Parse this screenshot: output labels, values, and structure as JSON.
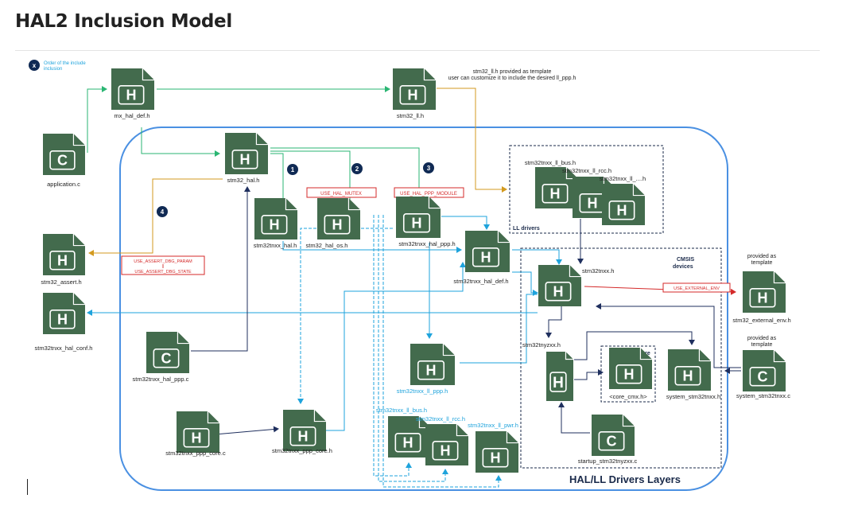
{
  "page": {
    "title": "HAL2 Inclusion Model"
  },
  "legend": {
    "marker": "x",
    "text_line1": "Order of the include",
    "text_line2": "inclusion"
  },
  "files": {
    "application_c": {
      "name": "application.c",
      "type": "C"
    },
    "mx_hal_def_h": {
      "name": "mx_hal_def.h",
      "type": "H"
    },
    "stm32_ll_h": {
      "name": "stm32_ll.h",
      "type": "H"
    },
    "stm32_hal_h": {
      "name": "stm32_hal.h",
      "type": "H"
    },
    "stm32tnxx_hal_h": {
      "name": "stm32tnxx_hal.h",
      "type": "H"
    },
    "stm32_hal_os_h": {
      "name": "stm32_hal_os.h",
      "type": "H"
    },
    "stm32tnxx_hal_ppp_h": {
      "name": "stm32tnxx_hal_ppp.h",
      "type": "H"
    },
    "stm32_assert_h": {
      "name": "stm32_assert.h",
      "type": "H"
    },
    "stm32tnxx_hal_conf_h": {
      "name": "stm32tnxx_hal_conf.h",
      "type": "H"
    },
    "stm32tnxx_hal_def_h": {
      "name": "stm32tnxx_hal_def.h",
      "type": "H"
    },
    "stm32tnxx_hal_ppp_c": {
      "name": "stm32tnxx_hal_ppp.c",
      "type": "C"
    },
    "stm32tnxx_ll_ppp_h": {
      "name": "stm32tnxx_ll_ppp.h",
      "type": "H"
    },
    "stm32tnxx_ppp_core_c": {
      "name": "stm32tnxx_ppp_core.c",
      "type": "H"
    },
    "stm32tnxx_ppp_core_h": {
      "name": "stm32tnxx_ppp_core.h",
      "type": "H"
    },
    "stm32tnxx_ll_bus_h_top": {
      "name": "stm32tnxx_ll_bus.h",
      "type": "H"
    },
    "stm32tnxx_ll_rcc_h_top": {
      "name": "stm32tnxx_ll_rcc.h",
      "type": "H"
    },
    "stm32tnxx_ll_etc_h_top": {
      "name": "stm32tnxx_ll_....h",
      "type": "H"
    },
    "stm32tnxx_h": {
      "name": "stm32tnxx.h",
      "type": "H"
    },
    "stm32tnyzxx_h": {
      "name": "stm32tnyzxx.h",
      "type": "H"
    },
    "core_cmx_h": {
      "name": "<core_cmx.h>",
      "type": "H"
    },
    "system_stm32tnxx_h": {
      "name": "system_stm32tnxx.h",
      "type": "H"
    },
    "startup_stm32tnyzxx_c": {
      "name": "startup_stm32tnyzxx.c",
      "type": "C"
    },
    "stm32_external_env_h": {
      "name": "stm32_external_env.h",
      "type": "H"
    },
    "system_stm32tnxx_c": {
      "name": "system_stm32tnxx.c",
      "type": "C"
    },
    "stm32tnxx_ll_bus_h_bot": {
      "name": "stm32tnxx_ll_bus.h",
      "type": "H"
    },
    "stm32tnxx_ll_rcc_h_bot": {
      "name": "stm32tnxx_ll_rcc.h",
      "type": "H"
    },
    "stm32tnxx_ll_pwr_h": {
      "name": "stm32tnxx_ll_pwr.h",
      "type": "H"
    }
  },
  "tags": {
    "use_hal_mutex": "USE_HAL_MUTEX",
    "use_hal_ppp_module": "USE_HAL_PPP_MODULE",
    "use_assert_line1": "USE_ASSERT_DBG_PARAM",
    "use_assert_line2": "||",
    "use_assert_line3": "USE_ASSERT_DBG_STATE",
    "use_external_env": "USE_EXTERNAL_ENV"
  },
  "steps": {
    "s1": "1",
    "s2": "2",
    "s3": "3",
    "s4": "4"
  },
  "notes": {
    "ll_template_line1": "stm32_ll.h provided as template",
    "ll_template_line2": "user can customize it to include the desired ll_ppp.h",
    "provided_template_1a": "provided as",
    "provided_template_1b": "template",
    "provided_template_2a": "provided as",
    "provided_template_2b": "template"
  },
  "groups": {
    "ll_drivers": "LL drivers",
    "cmsis_line1": "CMSIS",
    "cmsis_line2": "devices",
    "core": "core",
    "hal_ll_layers": "HAL/LL Drivers Layers"
  },
  "colors": {
    "icon_fill": "#436b4d",
    "green_line": "#2ab673",
    "orange_line": "#d39a1f",
    "navy_line": "#1f2f5e",
    "cyan_line": "#1ea3dc",
    "red_line": "#d42a2a",
    "blue_frame": "#4a90e2",
    "step_marker": "#102a54"
  }
}
